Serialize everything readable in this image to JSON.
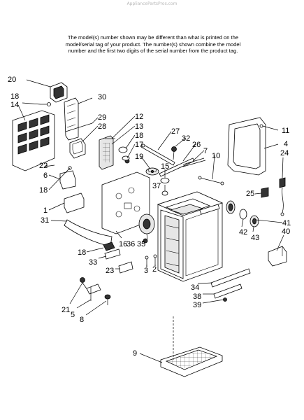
{
  "watermark": "AppliancePartsPros.com",
  "note_lines": [
    "The model(s) number shown may be different than what is printed on the",
    "model/serial tag of your product. The number(s) shown combine the model",
    "number and the first two digits of the serial number from the product tag."
  ],
  "callouts": [
    "20",
    "18",
    "14",
    "30",
    "29",
    "28",
    "12",
    "13",
    "18",
    "17",
    "19",
    "27",
    "32",
    "26",
    "7",
    "10",
    "11",
    "4",
    "24",
    "22",
    "6",
    "18",
    "1",
    "31",
    "15",
    "37",
    "25",
    "41",
    "40",
    "42",
    "43",
    "16",
    "36",
    "35",
    "18",
    "33",
    "23",
    "3",
    "2",
    "34",
    "38",
    "39",
    "21",
    "5",
    "8",
    "9"
  ]
}
